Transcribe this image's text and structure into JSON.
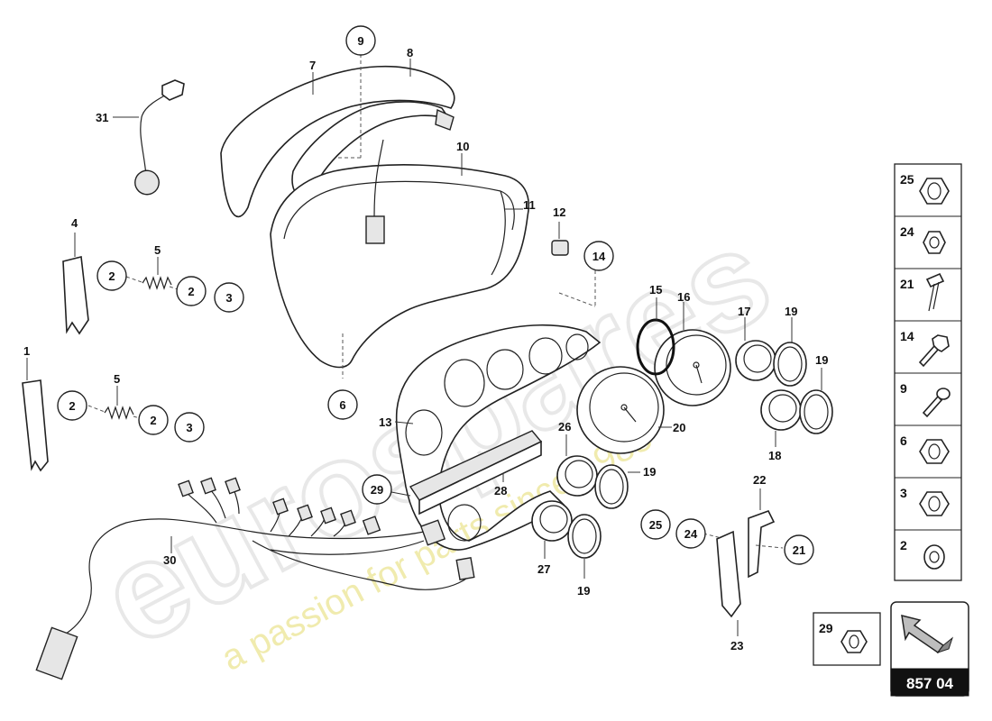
{
  "watermark": {
    "brand": "eurospares",
    "tagline": "a passion for parts since 1985"
  },
  "diagram": {
    "reference_code": "857 04",
    "callouts": [
      {
        "id": "c1",
        "label": "1"
      },
      {
        "id": "c4",
        "label": "4"
      },
      {
        "id": "c5a",
        "label": "5"
      },
      {
        "id": "c5b",
        "label": "5"
      },
      {
        "id": "c7",
        "label": "7"
      },
      {
        "id": "c8",
        "label": "8"
      },
      {
        "id": "c10",
        "label": "10"
      },
      {
        "id": "c11",
        "label": "11"
      },
      {
        "id": "c12",
        "label": "12"
      },
      {
        "id": "c13",
        "label": "13"
      },
      {
        "id": "c15",
        "label": "15"
      },
      {
        "id": "c16",
        "label": "16"
      },
      {
        "id": "c17",
        "label": "17"
      },
      {
        "id": "c18",
        "label": "18"
      },
      {
        "id": "c19a",
        "label": "19"
      },
      {
        "id": "c19b",
        "label": "19"
      },
      {
        "id": "c19c",
        "label": "19"
      },
      {
        "id": "c19d",
        "label": "19"
      },
      {
        "id": "c20",
        "label": "20"
      },
      {
        "id": "c22",
        "label": "22"
      },
      {
        "id": "c23",
        "label": "23"
      },
      {
        "id": "c26",
        "label": "26"
      },
      {
        "id": "c27",
        "label": "27"
      },
      {
        "id": "c28",
        "label": "28"
      },
      {
        "id": "c30",
        "label": "30"
      },
      {
        "id": "c31",
        "label": "31"
      }
    ],
    "circled_callouts": [
      {
        "id": "k9",
        "label": "9"
      },
      {
        "id": "k2a",
        "label": "2"
      },
      {
        "id": "k2b",
        "label": "2"
      },
      {
        "id": "k2c",
        "label": "2"
      },
      {
        "id": "k2d",
        "label": "2"
      },
      {
        "id": "k3a",
        "label": "3"
      },
      {
        "id": "k3b",
        "label": "3"
      },
      {
        "id": "k6",
        "label": "6"
      },
      {
        "id": "k14",
        "label": "14"
      },
      {
        "id": "k29",
        "label": "29"
      },
      {
        "id": "k25",
        "label": "25"
      },
      {
        "id": "k24",
        "label": "24"
      },
      {
        "id": "k21",
        "label": "21"
      }
    ],
    "fastener_legend": [
      {
        "label": "25",
        "icon": "flange-nut-icon"
      },
      {
        "label": "24",
        "icon": "hex-nut-icon"
      },
      {
        "label": "21",
        "icon": "countersunk-screw-icon"
      },
      {
        "label": "14",
        "icon": "hex-bolt-icon"
      },
      {
        "label": "9",
        "icon": "pan-screw-icon"
      },
      {
        "label": "6",
        "icon": "nut-icon"
      },
      {
        "label": "3",
        "icon": "lock-nut-icon"
      },
      {
        "label": "2",
        "icon": "washer-icon"
      }
    ],
    "extra_part": {
      "label": "29",
      "icon": "cap-nut-icon"
    }
  }
}
